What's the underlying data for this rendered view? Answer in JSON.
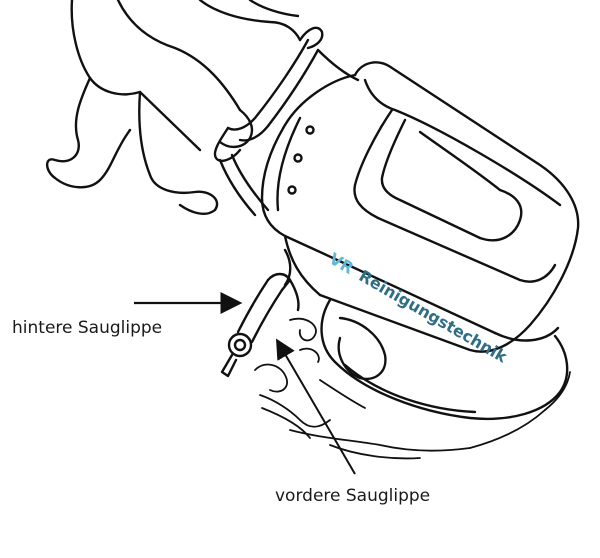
{
  "labels": {
    "rear_squeegee": "hintere Sauglippe",
    "front_squeegee": "vordere Sauglippe"
  },
  "brand": {
    "prefix": "VR",
    "name": "Reinigungstechnik",
    "prefix_color": "#5fb8d8",
    "name_color": "#2f6f86"
  },
  "colors": {
    "line": "#111111",
    "background": "#ffffff"
  }
}
